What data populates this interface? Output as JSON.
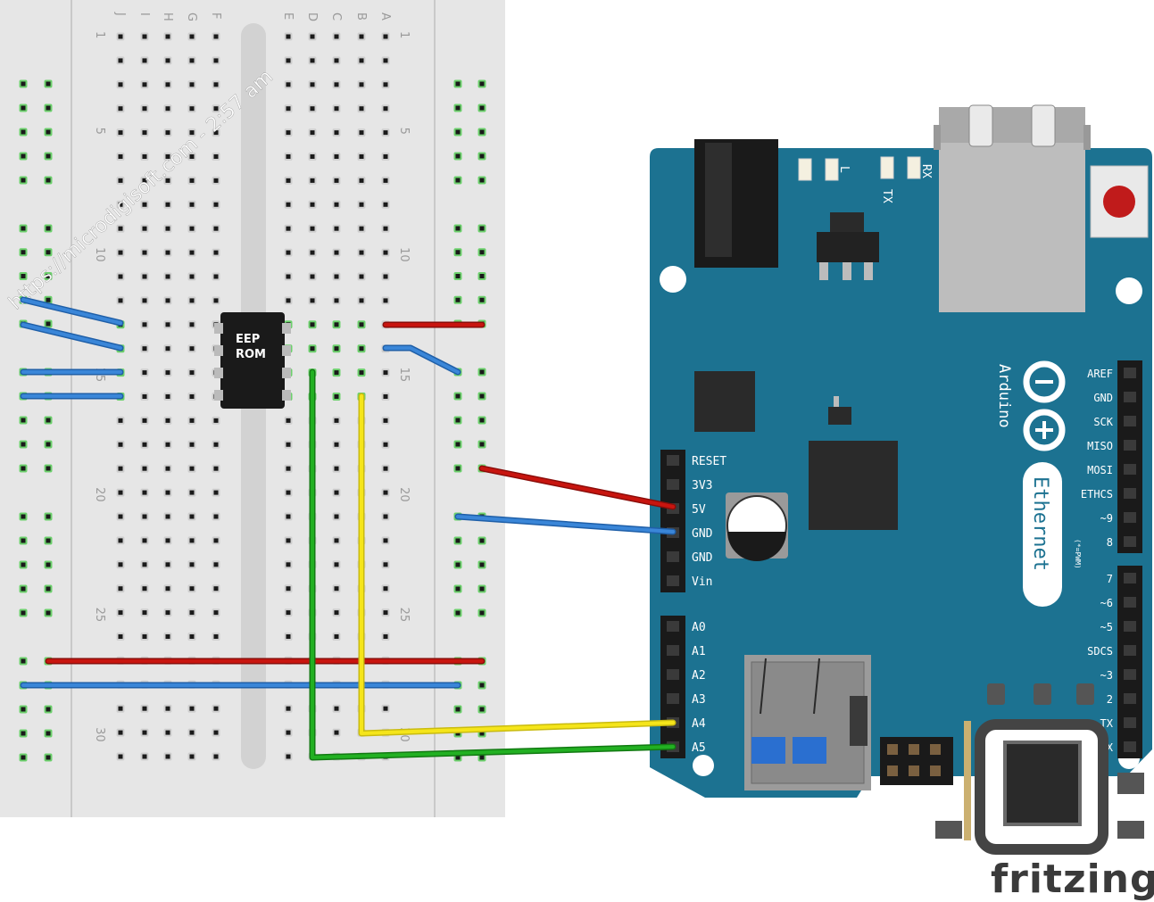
{
  "breadboard": {
    "row_letters_left": [
      "J",
      "I",
      "H",
      "G",
      "F"
    ],
    "row_letters_right": [
      "E",
      "D",
      "C",
      "B",
      "A"
    ],
    "row_numbers": [
      "1",
      "5",
      "10",
      "15",
      "20",
      "25",
      "30"
    ]
  },
  "chip": {
    "label_line1": "EEP",
    "label_line2": "ROM"
  },
  "watermark": "https://microdigisoft.com - 2:57 am",
  "arduino": {
    "brand": "Arduino",
    "board_name": "Ethernet",
    "pwm_note": "(*=PWM)",
    "led_labels": [
      "L",
      "TX",
      "RX"
    ],
    "power_pins": [
      "RESET",
      "3V3",
      "5V",
      "GND",
      "GND",
      "Vin"
    ],
    "analog_pins": [
      "A0",
      "A1",
      "A2",
      "A3",
      "A4",
      "A5"
    ],
    "digital_pins_top": [
      "AREF",
      "GND",
      "SCK",
      "MISO",
      "MOSI",
      "ETHCS",
      "~9",
      "8"
    ],
    "digital_pins_bottom": [
      "7",
      "~6",
      "~5",
      "SDCS",
      "~3",
      "2",
      "TX",
      "RX"
    ]
  },
  "brand_logo": "fritzing",
  "colors": {
    "board": "#1c7291",
    "breadboard": "#e8e8e8",
    "wire_red": "#c0120d",
    "wire_blue": "#2f7bd0",
    "wire_green": "#1fad1f",
    "wire_yellow": "#f5e51a"
  }
}
